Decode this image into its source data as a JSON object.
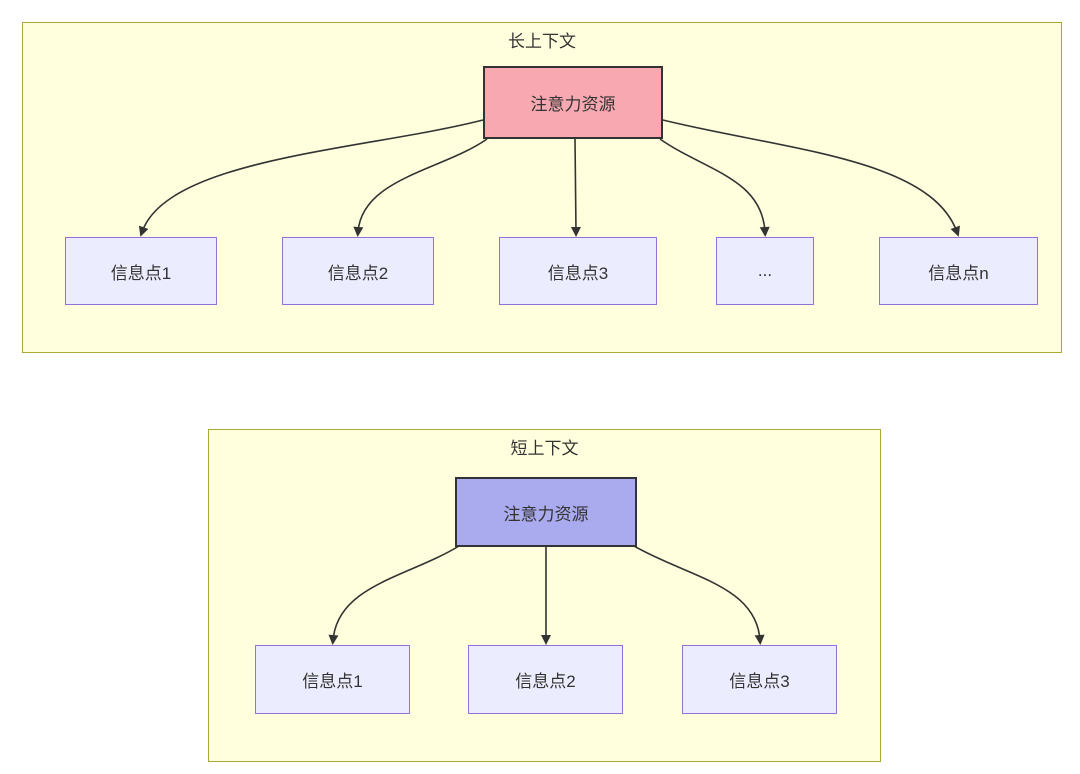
{
  "diagrams": [
    {
      "title": "长上下文",
      "attention_node": "注意力资源",
      "attention_fill": "#f7a8b0",
      "info_nodes": [
        "信息点1",
        "信息点2",
        "信息点3",
        "...",
        "信息点n"
      ],
      "edges": {
        "from": "注意力资源",
        "to": [
          "信息点1",
          "信息点2",
          "信息点3",
          "...",
          "信息点n"
        ]
      }
    },
    {
      "title": "短上下文",
      "attention_node": "注意力资源",
      "attention_fill": "#aaaaee",
      "info_nodes": [
        "信息点1",
        "信息点2",
        "信息点3"
      ],
      "edges": {
        "from": "注意力资源",
        "to": [
          "信息点1",
          "信息点2",
          "信息点3"
        ]
      }
    }
  ],
  "colors": {
    "cluster_fill": "#ffffde",
    "cluster_border": "#aaaa33",
    "long_attention_fill": "#f7a8b0",
    "short_attention_fill": "#aaaaee",
    "info_fill": "#ececff",
    "info_border": "#9370db",
    "attention_border": "#333333",
    "edge": "#333333",
    "text": "#333333"
  }
}
